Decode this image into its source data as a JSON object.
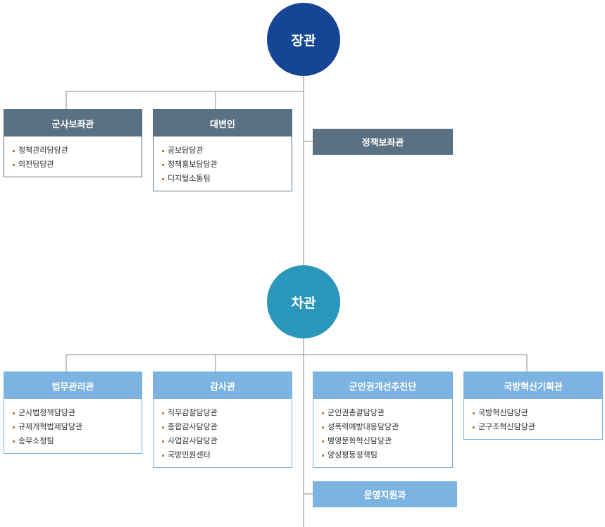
{
  "minister": {
    "label": "장관"
  },
  "vice_minister": {
    "label": "차관"
  },
  "top_units": [
    {
      "title": "군사보좌관",
      "items": [
        "정책관리담당관",
        "의전담당관"
      ]
    },
    {
      "title": "대변인",
      "items": [
        "공보담당관",
        "정책홍보담당관",
        "디지털소통팀"
      ]
    }
  ],
  "policy_advisor": {
    "title": "정책보좌관"
  },
  "bottom_units": [
    {
      "title": "법무관리관",
      "items": [
        "군사법정책담당관",
        "규제개혁법제담당관",
        "송무소청팀"
      ]
    },
    {
      "title": "감사관",
      "items": [
        "직무감찰담당관",
        "종합감사담당관",
        "사업감사담당관",
        "국방민원센터"
      ]
    },
    {
      "title": "군인권개선추진단",
      "items": [
        "군인권총괄담당관",
        "성폭력예방대응담당관",
        "병영문화혁신담당관",
        "양성평등정책팀"
      ]
    },
    {
      "title": "국방혁신기획관",
      "items": [
        "국방혁신담당관",
        "군구조혁신담당관"
      ]
    }
  ],
  "operations_support": {
    "title": "운영지원과"
  },
  "colors": {
    "minister": "#1a4c9c",
    "vice_minister": "#2b96bb",
    "dark_unit": "#5a7184",
    "light_unit": "#7db3e0",
    "line": "#888888"
  }
}
